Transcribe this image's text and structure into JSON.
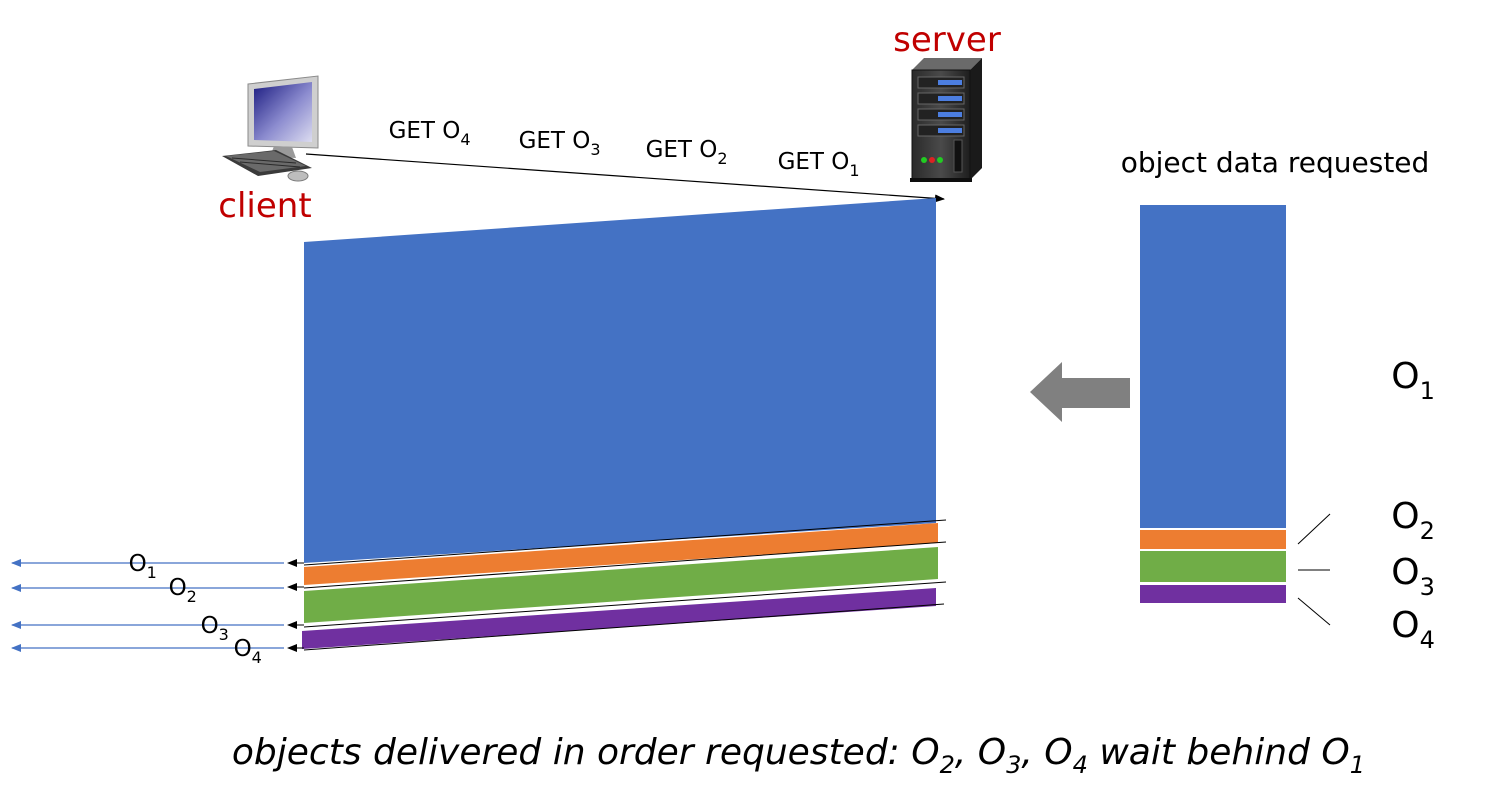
{
  "colors": {
    "o1": "#4472c4",
    "o2": "#ed7d31",
    "o3": "#70ad47",
    "o4": "#7030a0",
    "role_label": "#c00000",
    "arrow_gray": "#808080",
    "response_arrow": "#4472c4"
  },
  "labels": {
    "server": "server",
    "client": "client",
    "object_data_heading": "object data requested"
  },
  "requests": [
    {
      "prefix": "GET O",
      "sub": "4"
    },
    {
      "prefix": "GET O",
      "sub": "3"
    },
    {
      "prefix": "GET O",
      "sub": "2"
    },
    {
      "prefix": "GET O",
      "sub": "1"
    }
  ],
  "objects": [
    {
      "base": "O",
      "sub": "1"
    },
    {
      "base": "O",
      "sub": "2"
    },
    {
      "base": "O",
      "sub": "3"
    },
    {
      "base": "O",
      "sub": "4"
    }
  ],
  "responses": [
    {
      "base": "O",
      "sub": "1"
    },
    {
      "base": "O",
      "sub": "2"
    },
    {
      "base": "O",
      "sub": "3"
    },
    {
      "base": "O",
      "sub": "4"
    }
  ],
  "caption": {
    "prefix": "objects delivered in order requested: ",
    "o2_base": "O",
    "o2_sub": "2",
    "sep1": ", ",
    "o3_base": "O",
    "o3_sub": "3",
    "sep2": ", ",
    "o4_base": "O",
    "o4_sub": "4",
    "middle": " wait behind ",
    "o1_base": "O",
    "o1_sub": "1"
  },
  "icons": {
    "client": "desktop-computer-icon",
    "server": "server-tower-icon",
    "direction": "left-arrow-icon"
  }
}
